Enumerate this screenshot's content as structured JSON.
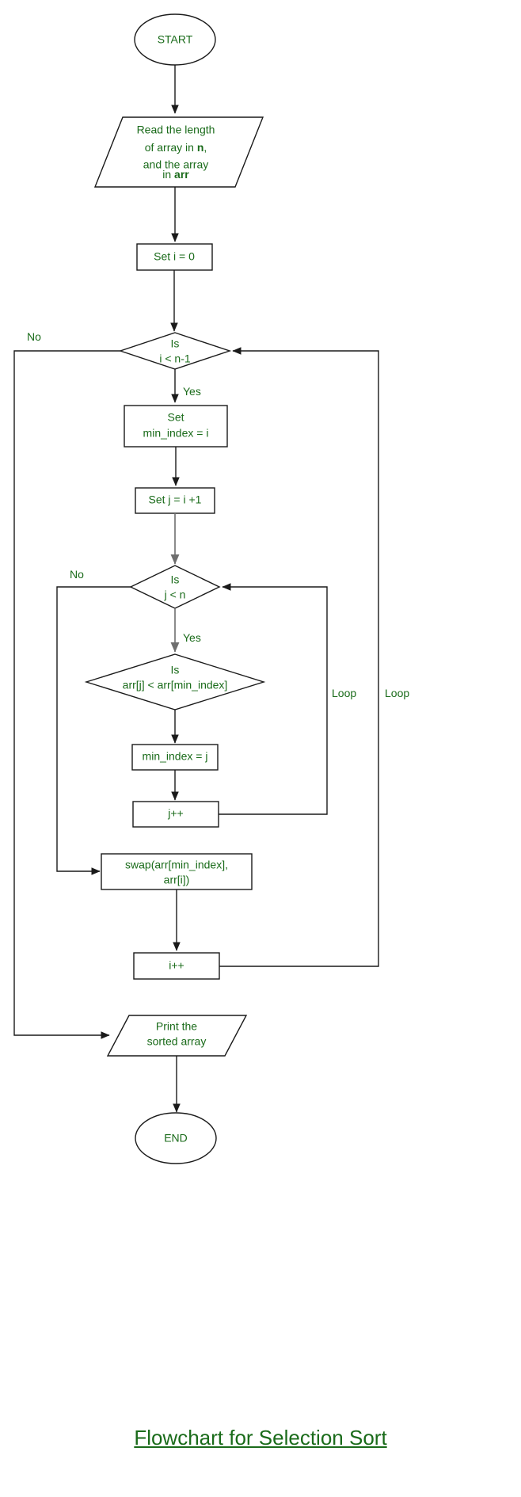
{
  "diagram": {
    "title": "Flowchart for Selection Sort",
    "type": "flowchart",
    "colors": {
      "text": "#1a6b1a",
      "stroke": "#1a1a1a",
      "stroke_gray": "#6e6e6e",
      "background": "#ffffff"
    },
    "nodes": {
      "start": {
        "shape": "terminator",
        "label": "START"
      },
      "read_input": {
        "shape": "parallelogram",
        "lines": [
          "Read the length",
          "of array in ",
          "and the array",
          "in "
        ],
        "line1": "Read the length",
        "line2_a": "of array in ",
        "line2_bold": "n",
        "line2_b": ",",
        "line3": "and the array",
        "line4_a": "in ",
        "line4_bold": "arr"
      },
      "set_i": {
        "shape": "process",
        "label": "Set i = 0"
      },
      "cond_outer": {
        "shape": "decision",
        "line1": "Is",
        "line2": "i < n-1"
      },
      "set_min_index": {
        "shape": "process",
        "line1": "Set",
        "line2": "min_index = i"
      },
      "set_j": {
        "shape": "process",
        "label": "Set j = i +1"
      },
      "cond_inner": {
        "shape": "decision",
        "line1": "Is",
        "line2": "j < n"
      },
      "cond_compare": {
        "shape": "decision",
        "line1": "Is",
        "line2": "arr[j] < arr[min_index]"
      },
      "assign_min": {
        "shape": "process",
        "label": "min_index = j"
      },
      "inc_j": {
        "shape": "process",
        "label": "j++"
      },
      "swap": {
        "shape": "process",
        "line1": "swap(arr[min_index],",
        "line2": "arr[i])"
      },
      "inc_i": {
        "shape": "process",
        "label": "i++"
      },
      "print": {
        "shape": "parallelogram",
        "line1": "Print the",
        "line2": "sorted array"
      },
      "end": {
        "shape": "terminator",
        "label": "END"
      }
    },
    "edge_labels": {
      "outer_no": "No",
      "outer_yes": "Yes",
      "inner_no": "No",
      "inner_yes": "Yes",
      "loop_inner": "Loop",
      "loop_outer": "Loop"
    }
  }
}
